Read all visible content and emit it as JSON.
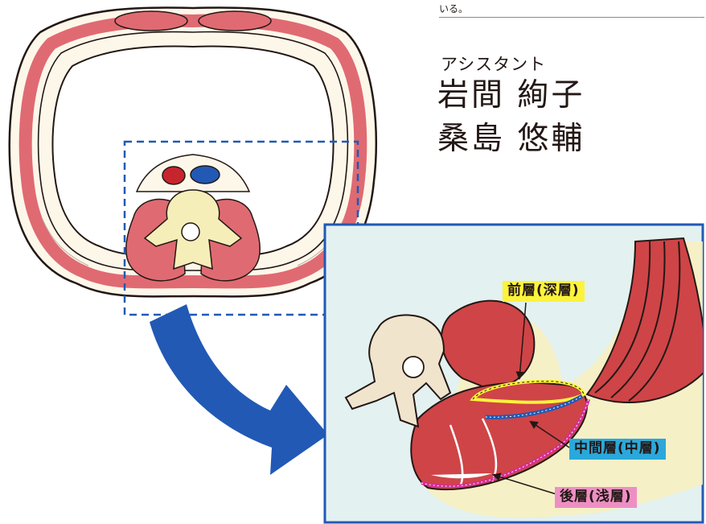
{
  "header": {
    "snippet": "いる。"
  },
  "credits": {
    "role": "アシスタント",
    "names": [
      "岩間 絢子",
      "桑島 悠輔"
    ]
  },
  "labels": {
    "front_layer": "前層(深層)",
    "middle_layer": "中間層(中層)",
    "back_layer": "後層(浅層)"
  },
  "colors": {
    "muscle": "#e06a72",
    "muscle_dark": "#cf4447",
    "bone": "#f6eeb8",
    "inset_bg": "#e3f1f0",
    "frame_blue": "#2159b5",
    "front_layer": "#fcf33c",
    "middle_layer": "#2ba8db",
    "back_layer": "#ee8fc4"
  }
}
